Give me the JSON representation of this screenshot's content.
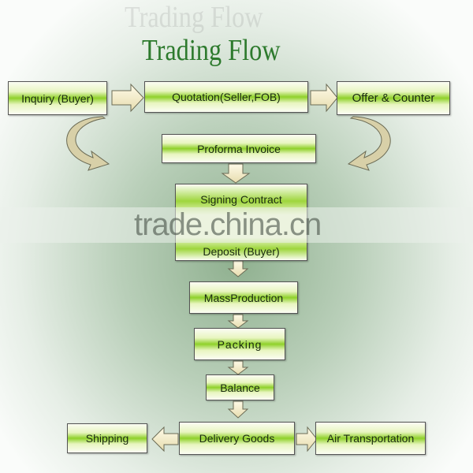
{
  "title": "Trading Flow",
  "steps": {
    "inquiry": "Inquiry (Buyer)",
    "quotation": "Quotation(Seller,FOB)",
    "offer": "Offer & Counter",
    "proforma": "Proforma Invoice",
    "signing": "Signing Contract",
    "deposit": "Deposit (Buyer)",
    "mass": "MassProduction",
    "packing": "Packing",
    "balance": "Balance",
    "shipping": "Shipping",
    "delivery": "Delivery Goods",
    "air": "Air Transportation"
  },
  "watermark": "trade.china.cn"
}
